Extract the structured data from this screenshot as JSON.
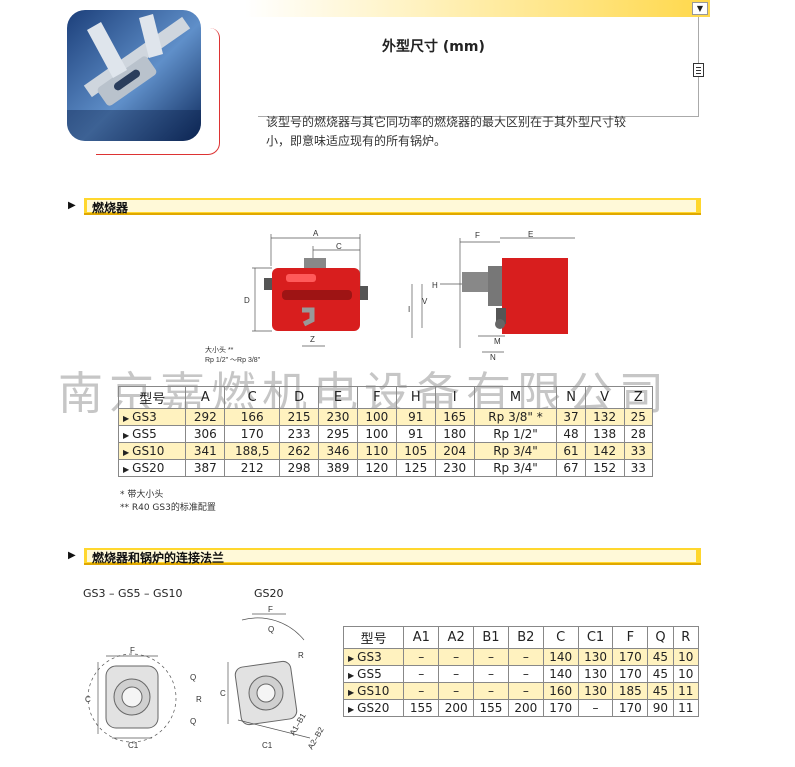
{
  "header": {
    "title": "外型尺寸 (mm)",
    "intro": "该型号的燃烧器与其它同功率的燃烧器的最大区别在于其外型尺寸较小，即意味适应现有的所有锅炉。"
  },
  "section1": {
    "title": "燃烧器"
  },
  "section2": {
    "title": "燃烧器和锅炉的连接法兰"
  },
  "watermark": "南京嘉燃机电设备有限公司",
  "burner_diagram": {
    "labels": {
      "A": "A",
      "C": "C",
      "D": "D",
      "Z": "Z",
      "F": "F",
      "E": "E",
      "H": "H",
      "V": "V",
      "I": "I",
      "M": "M",
      "N": "N"
    },
    "callout_1": "大小头 **",
    "callout_2": "Rp 1/2\" ～Rp 3/8\""
  },
  "dim_table": {
    "headers": [
      "型号",
      "A",
      "C",
      "D",
      "E",
      "F",
      "H",
      "I",
      "M",
      "N",
      "V",
      "Z"
    ],
    "rows": [
      {
        "model": "GS3",
        "values": [
          "292",
          "166",
          "215",
          "230",
          "100",
          "91",
          "165",
          "Rp 3/8\" *",
          "37",
          "132",
          "25"
        ]
      },
      {
        "model": "GS5",
        "values": [
          "306",
          "170",
          "233",
          "295",
          "100",
          "91",
          "180",
          "Rp 1/2\"",
          "48",
          "138",
          "28"
        ]
      },
      {
        "model": "GS10",
        "values": [
          "341",
          "188,5",
          "262",
          "346",
          "110",
          "105",
          "204",
          "Rp 3/4\"",
          "61",
          "142",
          "33"
        ]
      },
      {
        "model": "GS20",
        "values": [
          "387",
          "212",
          "298",
          "389",
          "120",
          "125",
          "230",
          "Rp 3/4\"",
          "67",
          "152",
          "33"
        ]
      }
    ]
  },
  "notes": [
    "* 带大小头",
    "** R40 GS3的标准配置"
  ],
  "flange": {
    "label_left": "GS3 – GS5 – GS10",
    "label_right": "GS20",
    "left_labels": {
      "F": "F",
      "C": "C",
      "C1": "C1",
      "Q1": "Q",
      "R": "R",
      "Q2": "Q"
    },
    "right_labels": {
      "F": "F",
      "Q": "Q",
      "R": "R",
      "C": "C",
      "C1": "C1",
      "A1B1": "A1–B1",
      "A2B2": "A2–B2"
    }
  },
  "flange_table": {
    "headers": [
      "型号",
      "A1",
      "A2",
      "B1",
      "B2",
      "C",
      "C1",
      "F",
      "Q",
      "R"
    ],
    "rows": [
      {
        "model": "GS3",
        "values": [
          "–",
          "–",
          "–",
          "–",
          "140",
          "130",
          "170",
          "45",
          "10"
        ]
      },
      {
        "model": "GS5",
        "values": [
          "–",
          "–",
          "–",
          "–",
          "140",
          "130",
          "170",
          "45",
          "10"
        ]
      },
      {
        "model": "GS10",
        "values": [
          "–",
          "–",
          "–",
          "–",
          "160",
          "130",
          "185",
          "45",
          "11"
        ]
      },
      {
        "model": "GS20",
        "values": [
          "155",
          "200",
          "155",
          "200",
          "170",
          "–",
          "170",
          "90",
          "11"
        ]
      }
    ]
  },
  "colors": {
    "accent_yellow": "#ffd72e",
    "row_highlight": "#fff2bf",
    "burner_red": "#d81e1e"
  }
}
